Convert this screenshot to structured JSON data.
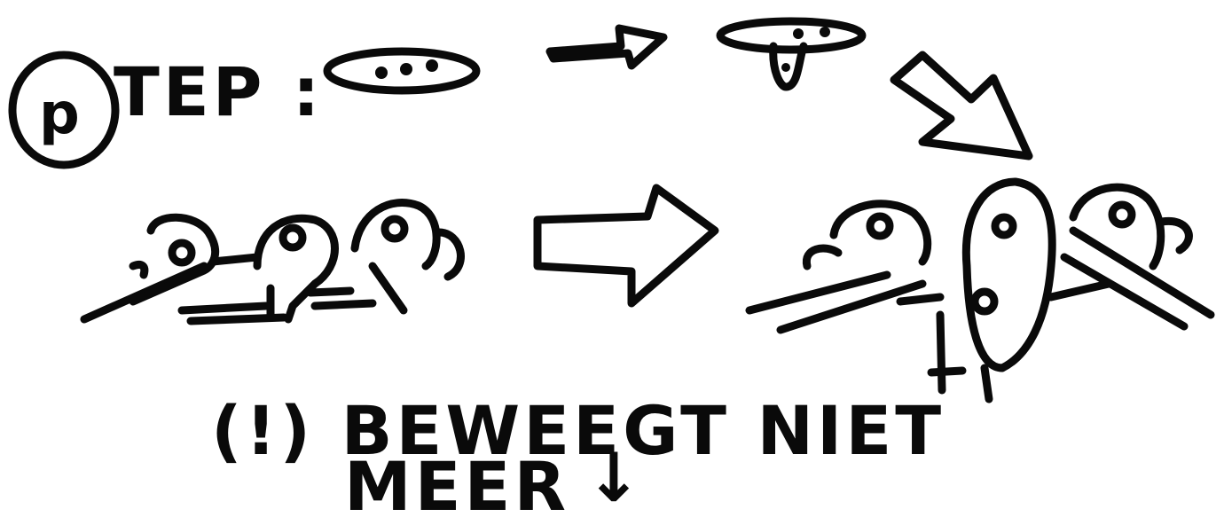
{
  "title_label": "TEP :",
  "title_symbol_glyph": "p",
  "note_line1": "(!) BEWEEGT NIET",
  "note_line2": "MEER",
  "note_line2_suffix": "↓",
  "ink_color": "#0a0a0a",
  "background_color": "#ffffff"
}
